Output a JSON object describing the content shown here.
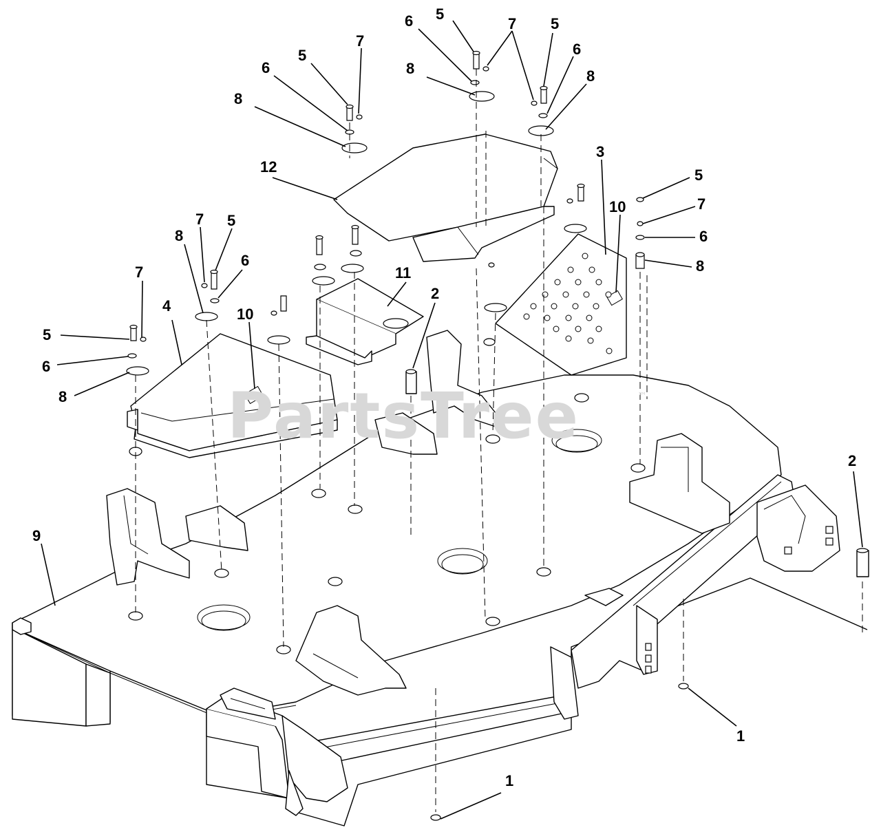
{
  "watermark": {
    "text": "PartsTree",
    "trademark": "™"
  },
  "callouts": {
    "c1a": "1",
    "c1b": "1",
    "c2a": "2",
    "c2b": "2",
    "c3": "3",
    "c4": "4",
    "c5a": "5",
    "c5b": "5",
    "c5c": "5",
    "c5d": "5",
    "c5e": "5",
    "c5f": "5",
    "c6a": "6",
    "c6b": "6",
    "c6c": "6",
    "c6d": "6",
    "c6e": "6",
    "c6f": "6",
    "c7a": "7",
    "c7b": "7",
    "c7c": "7",
    "c7d": "7",
    "c7e": "7",
    "c8a": "8",
    "c8b": "8",
    "c8c": "8",
    "c8d": "8",
    "c8e": "8",
    "c8f": "8",
    "c9": "9",
    "c10a": "10",
    "c10b": "10",
    "c11": "11",
    "c12": "12"
  }
}
